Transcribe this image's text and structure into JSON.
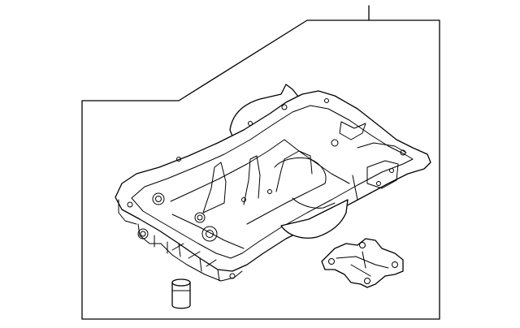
{
  "diagram": {
    "parts": [
      {
        "name": "oil-pan"
      },
      {
        "name": "gasket-bracket"
      },
      {
        "name": "drain-plug"
      }
    ]
  }
}
